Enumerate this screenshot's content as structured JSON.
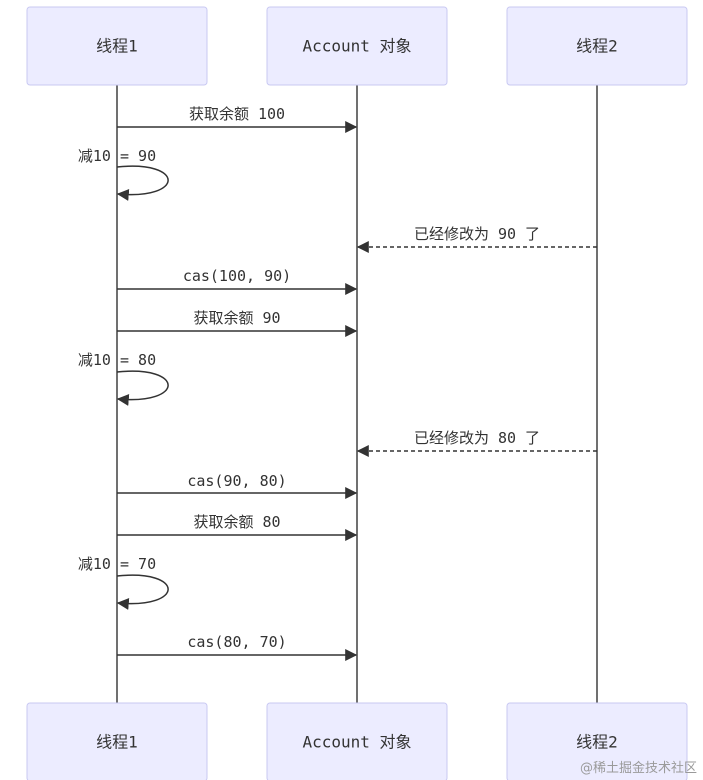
{
  "participants": [
    {
      "label": "线程1"
    },
    {
      "label": "Account 对象"
    },
    {
      "label": "线程2"
    }
  ],
  "messages": [
    {
      "label": "获取余额 100",
      "from": 0,
      "to": 1,
      "style": "solid"
    },
    {
      "label": "减10 = 90",
      "from": 0,
      "to": 0,
      "style": "self"
    },
    {
      "label": "已经修改为 90 了",
      "from": 2,
      "to": 1,
      "style": "dashed"
    },
    {
      "label": "cas(100, 90)",
      "from": 0,
      "to": 1,
      "style": "solid"
    },
    {
      "label": "获取余额 90",
      "from": 0,
      "to": 1,
      "style": "solid"
    },
    {
      "label": "减10 = 80",
      "from": 0,
      "to": 0,
      "style": "self"
    },
    {
      "label": "已经修改为 80 了",
      "from": 2,
      "to": 1,
      "style": "dashed"
    },
    {
      "label": "cas(90, 80)",
      "from": 0,
      "to": 1,
      "style": "solid"
    },
    {
      "label": "获取余额 80",
      "from": 0,
      "to": 1,
      "style": "solid"
    },
    {
      "label": "减10 = 70",
      "from": 0,
      "to": 0,
      "style": "self"
    },
    {
      "label": "cas(80, 70)",
      "from": 0,
      "to": 1,
      "style": "solid"
    }
  ],
  "watermark": "@稀土掘金技术社区",
  "colors": {
    "participant_fill": "#ececff",
    "participant_border": "#c9c9f2",
    "line": "#333333"
  }
}
